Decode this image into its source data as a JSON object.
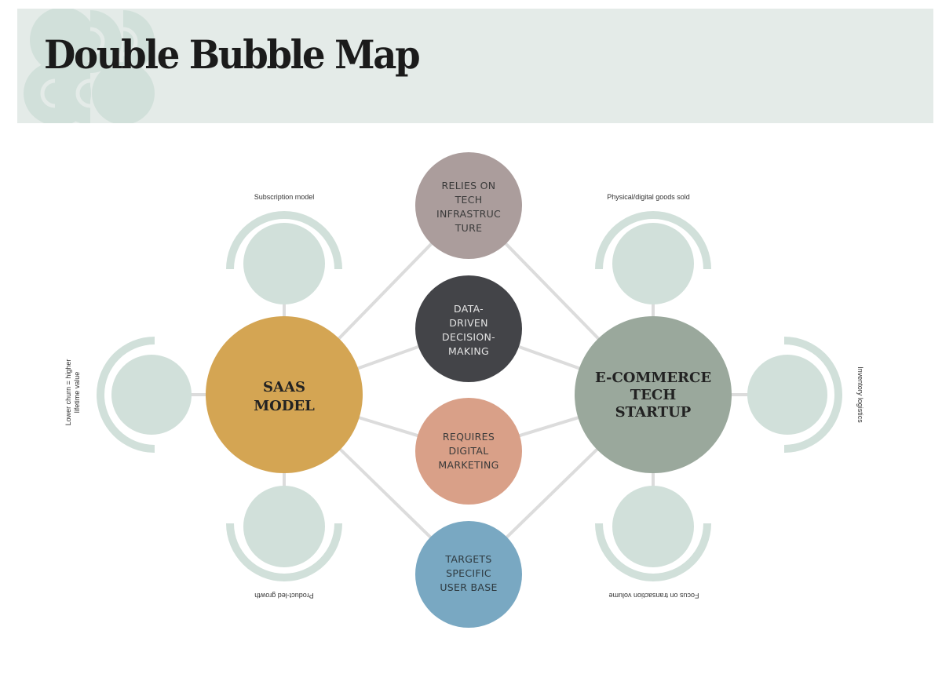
{
  "header": {
    "title": "Double Bubble Map",
    "background": "#e4ebe8",
    "decoration_color": "#d1e0da"
  },
  "diagram": {
    "line_color": "#dcdcdc",
    "outer_bubble_color": "#d1e0da",
    "left_topic": {
      "lines": [
        "SAAS",
        "MODEL"
      ],
      "color": "#d4a553",
      "attributes": {
        "top": "Subscription model",
        "left_lines": [
          "Lower churn = higher",
          "lifetime value"
        ],
        "bottom": "Product-led growth"
      }
    },
    "right_topic": {
      "lines": [
        "E-COMMERCE",
        "TECH",
        "STARTUP"
      ],
      "color": "#9aa89c",
      "attributes": {
        "top": "Physical/digital goods sold",
        "right": "Inventory logistics",
        "bottom": "Focus on transaction volume"
      }
    },
    "similarities": [
      {
        "lines": [
          "RELIES ON",
          "TECH",
          "INFRASTRUC",
          "TURE"
        ],
        "color": "#ab9d9c",
        "text_color": "#3a3a3a"
      },
      {
        "lines": [
          "DATA-",
          "DRIVEN",
          "DECISION-",
          "MAKING"
        ],
        "color": "#434448",
        "text_color": "#e4e4e4"
      },
      {
        "lines": [
          "REQUIRES",
          "DIGITAL",
          "MARKETING"
        ],
        "color": "#d9a088",
        "text_color": "#3a3a3a"
      },
      {
        "lines": [
          "TARGETS",
          "SPECIFIC",
          "USER BASE"
        ],
        "color": "#79a8c2",
        "text_color": "#2e3a40"
      }
    ]
  }
}
